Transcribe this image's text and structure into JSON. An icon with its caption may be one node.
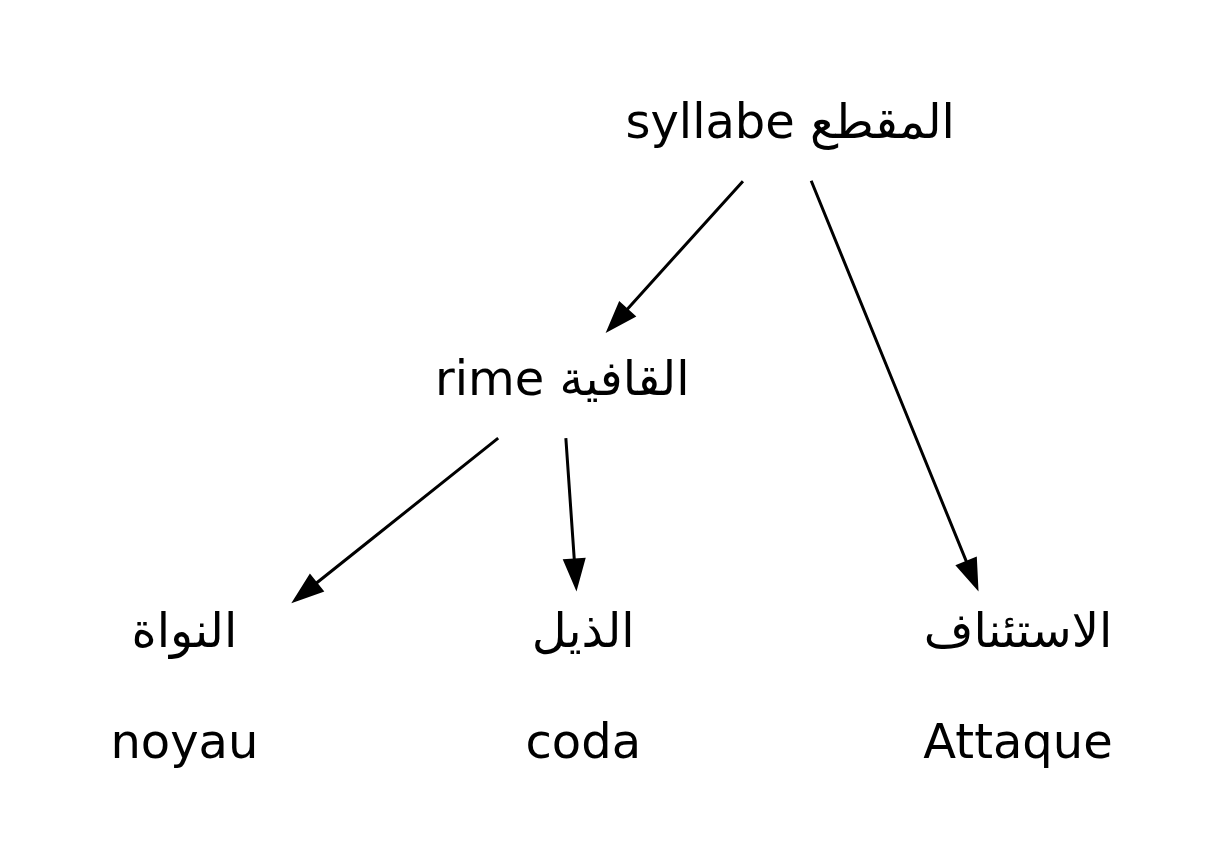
{
  "diagram": {
    "nodes": [
      {
        "text": [
          "syllabe المقطع"
        ]
      },
      {
        "text": [
          "rime القافية"
        ]
      },
      {
        "text": [
          "الاستئناف",
          "Attaque"
        ]
      },
      {
        "text": [
          "النواة",
          "noyau"
        ]
      },
      {
        "text": [
          "الذيل",
          "coda"
        ]
      }
    ],
    "edges": [
      {
        "from": 0,
        "to": 2,
        "arrow": "to"
      },
      {
        "from": 0,
        "to": 1,
        "arrow": "to"
      },
      {
        "from": 1,
        "to": 3,
        "arrow": "to"
      },
      {
        "from": 1,
        "to": 4,
        "arrow": "to"
      }
    ]
  }
}
